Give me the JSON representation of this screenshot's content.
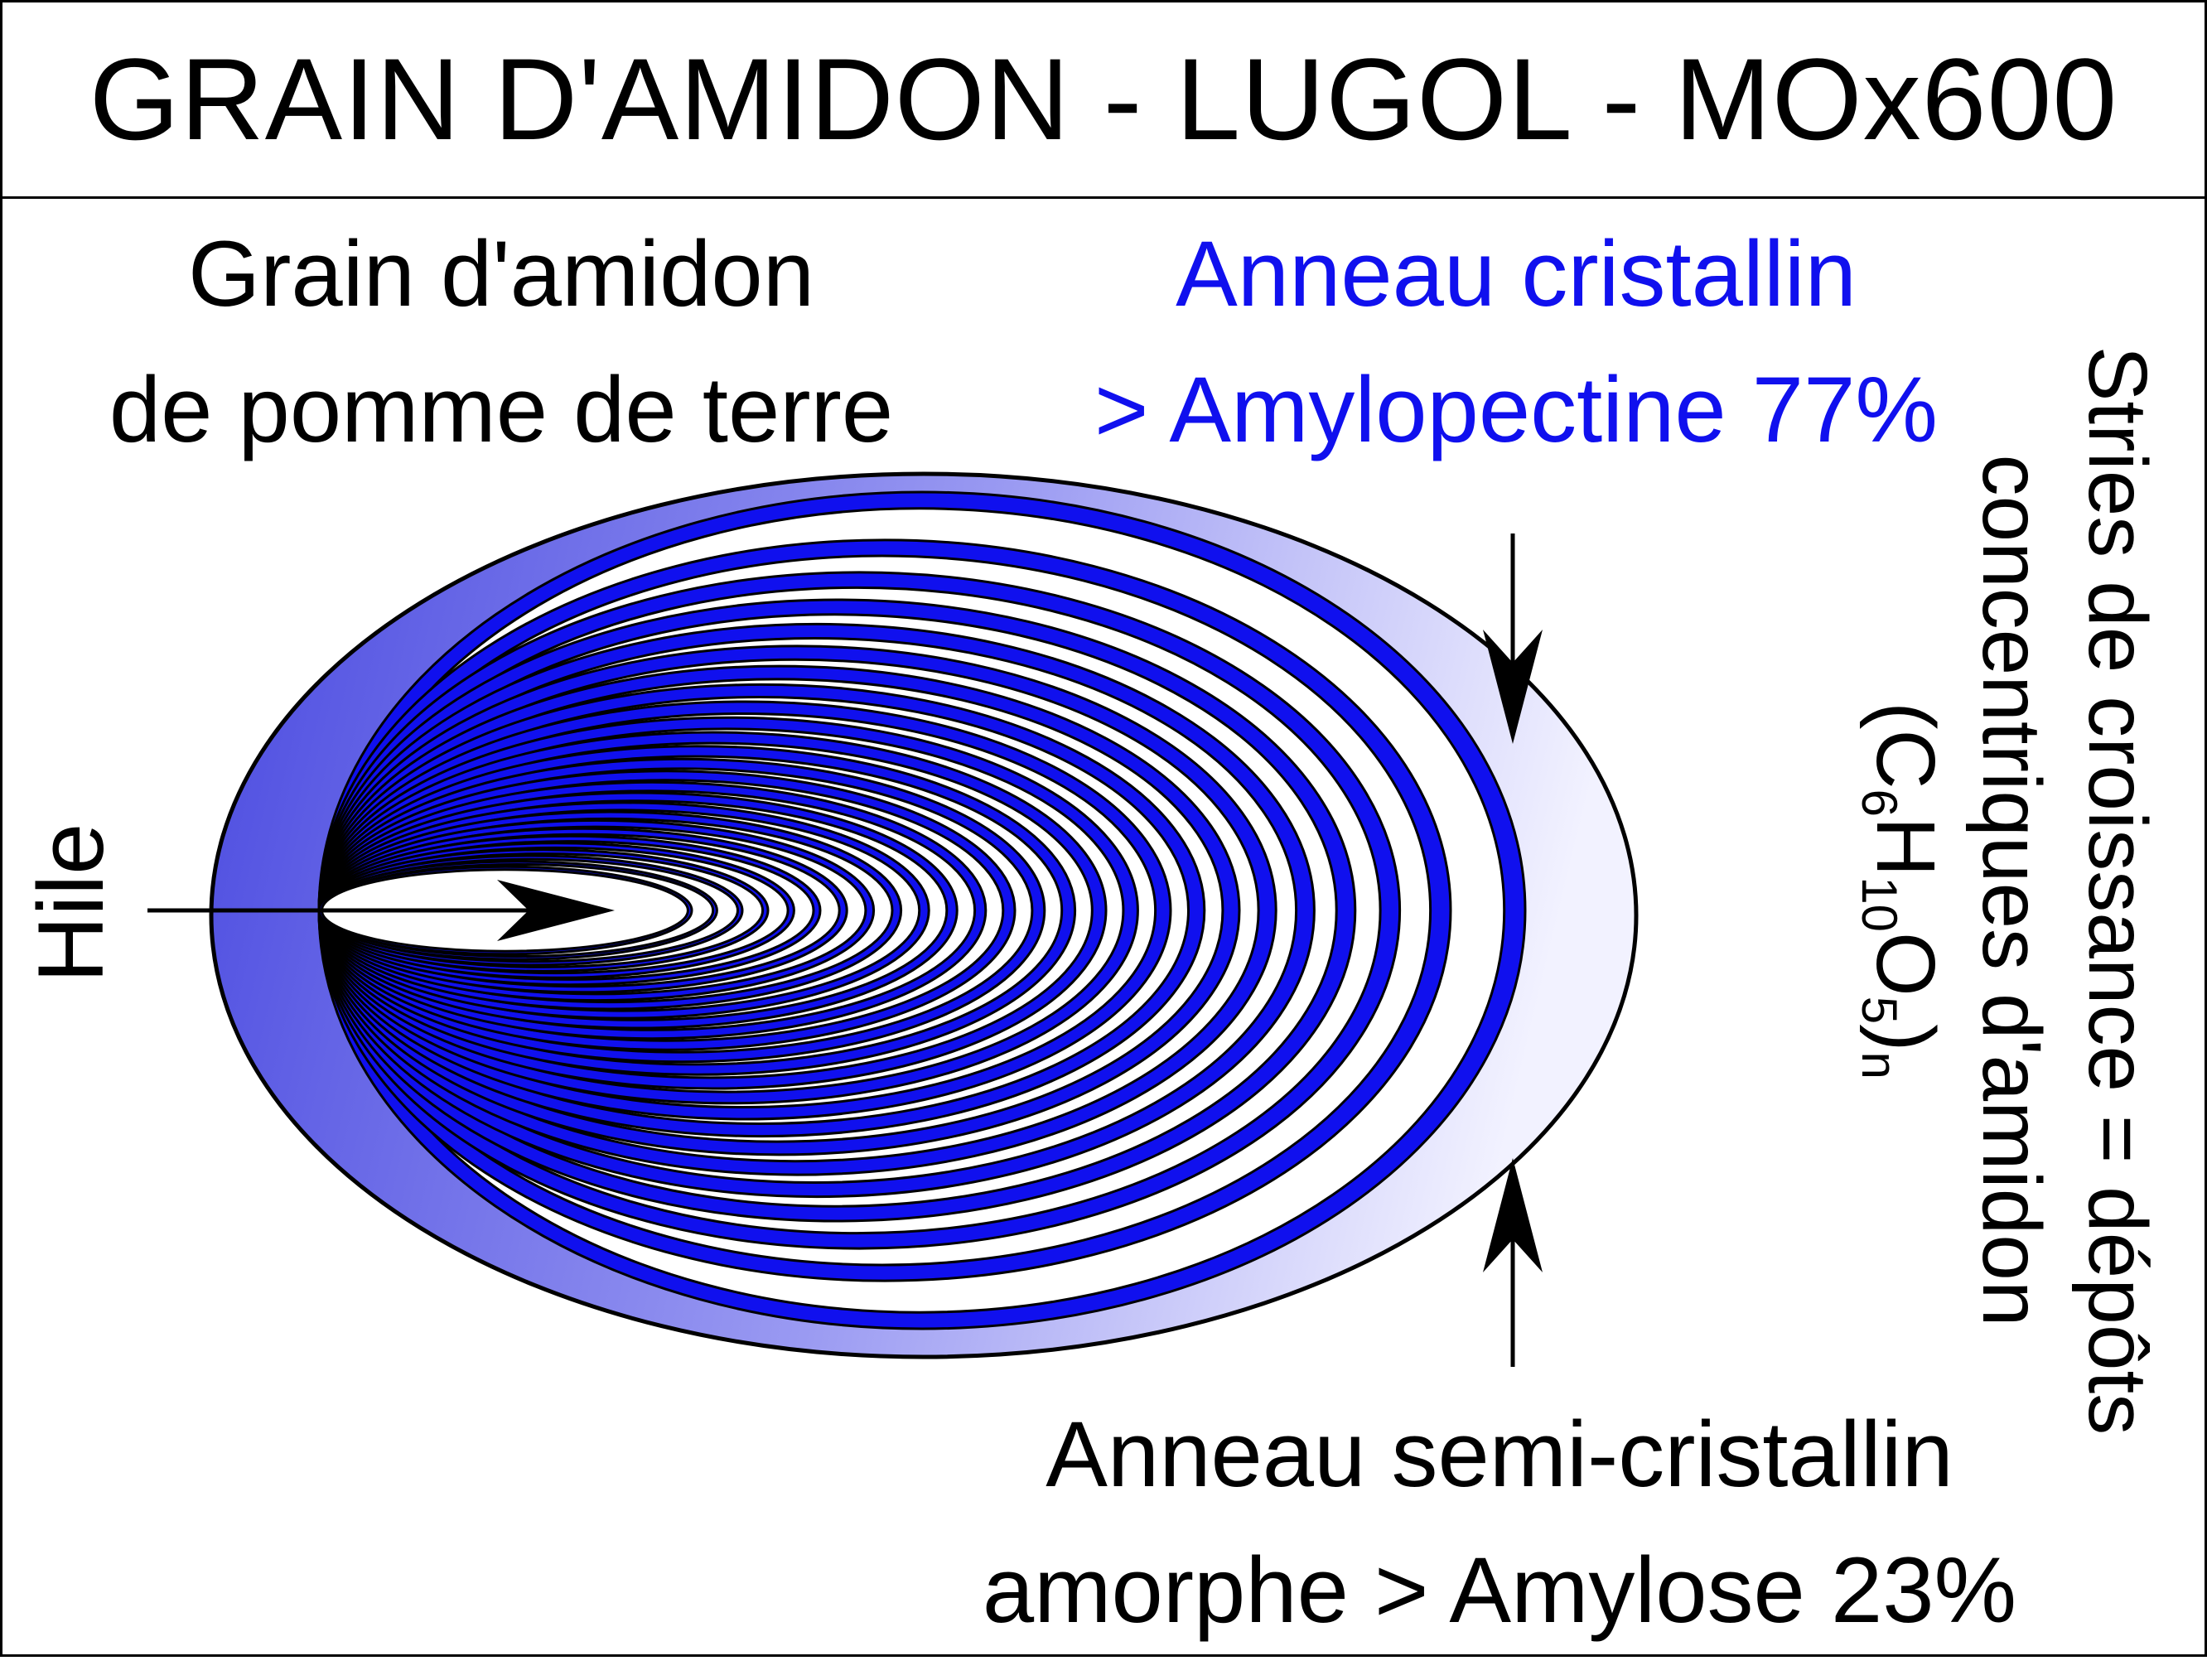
{
  "title": "GRAIN D'AMIDON - LUGOL - MOx600",
  "grain_label": {
    "line1": "Grain d'amidon",
    "line2": "de pomme de terre"
  },
  "crystalline_ring": {
    "line1": "Anneau cristallin",
    "line2": "> Amylopectine 77%",
    "color": "#1010ee"
  },
  "semi_crystalline_ring": {
    "line1": "Anneau semi-cristallin",
    "line2": "amorphe > Amylose 23%"
  },
  "hilum_label": "Hile",
  "growth_striae": {
    "line1": "Stries de croissance  = dépôts",
    "line2": "concentriques d'amidon",
    "formula_parts": {
      "open": "(C",
      "c_sub": "6",
      "h": "H",
      "h_sub": "10",
      "o": "O",
      "o_sub": "5",
      "close": ")",
      "n_sub": "n"
    }
  },
  "colors": {
    "ring_blue": "#1010ee",
    "outline": "#000000",
    "halo_light": "#eeeeff",
    "halo_dark": "#5050e0"
  }
}
